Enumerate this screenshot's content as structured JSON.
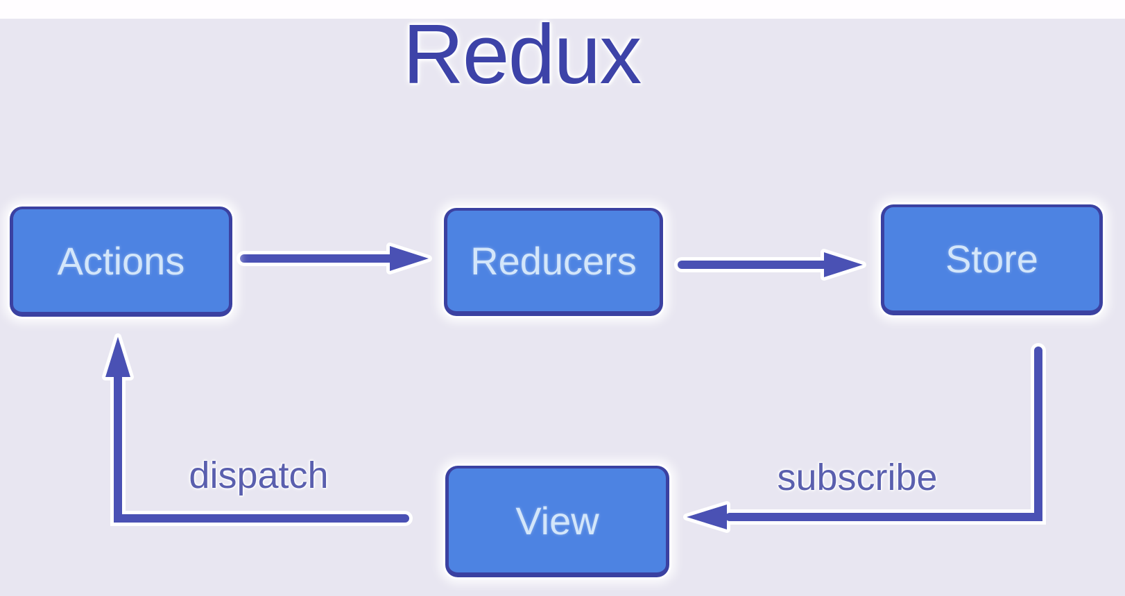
{
  "title": "Redux",
  "colors": {
    "background": "#e8e6f1",
    "top_strip": "#fffdff",
    "box_fill": "#4d83e2",
    "box_border": "#3b41a1",
    "box_text": "#d3e6fa",
    "arrow": "#4a51b4",
    "title_text": "#3d43a8",
    "flow_label_text": "#5a5fae",
    "halo": "#ffffff"
  },
  "nodes": [
    {
      "id": "actions",
      "label": "Actions"
    },
    {
      "id": "reducers",
      "label": "Reducers"
    },
    {
      "id": "store",
      "label": "Store"
    },
    {
      "id": "view",
      "label": "View"
    }
  ],
  "edges": [
    {
      "from": "actions",
      "to": "reducers",
      "label": ""
    },
    {
      "from": "reducers",
      "to": "store",
      "label": ""
    },
    {
      "from": "store",
      "to": "view",
      "label": "subscribe"
    },
    {
      "from": "view",
      "to": "actions",
      "label": "dispatch"
    }
  ]
}
